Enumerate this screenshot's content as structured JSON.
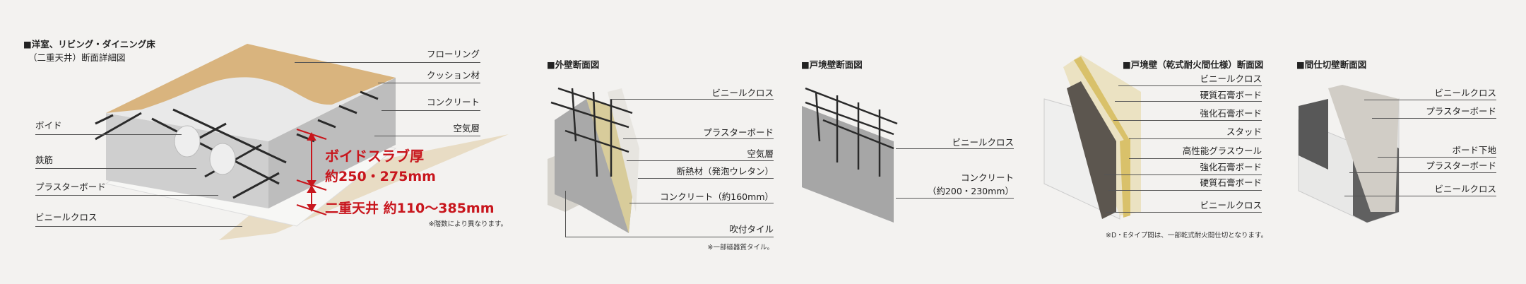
{
  "floor": {
    "title_line1": "■洋室、リビング・ダイニング床",
    "title_line2": "（二重天井）断面詳細図",
    "labels_right": [
      "フローリング",
      "クッション材",
      "コンクリート",
      "空気層"
    ],
    "labels_left": [
      "ボイド",
      "鉄筋",
      "プラスターボード",
      "ビニールクロス"
    ],
    "slab_label": "ボイドスラブ厚",
    "slab_value": "約250・275mm",
    "ceiling_label": "二重天井 約110〜385mm",
    "note": "※階数により異なります。",
    "accent_color": "#c8161d"
  },
  "exterior_wall": {
    "title": "■外壁断面図",
    "labels": [
      "ビニールクロス",
      "プラスターボード",
      "空気層",
      "断熱材（発泡ウレタン）",
      "コンクリート（約160mm）",
      "吹付タイル"
    ],
    "note": "※一部磁器質タイル。"
  },
  "party_wall": {
    "title": "■戸境壁断面図",
    "labels": [
      "ビニールクロス",
      "コンクリート",
      "（約200・230mm）"
    ]
  },
  "dry_party_wall": {
    "title": "■戸境壁（乾式耐火間仕様）断面図",
    "labels": [
      "ビニールクロス",
      "硬質石膏ボード",
      "強化石膏ボード",
      "スタッド",
      "高性能グラスウール",
      "強化石膏ボード",
      "硬質石膏ボード",
      "ビニールクロス"
    ],
    "note": "※D・Eタイプ間は、一部乾式耐火間仕切となります。"
  },
  "partition_wall": {
    "title": "■間仕切壁断面図",
    "labels": [
      "ビニールクロス",
      "プラスターボード",
      "ボード下地",
      "プラスターボード",
      "ビニールクロス"
    ]
  }
}
